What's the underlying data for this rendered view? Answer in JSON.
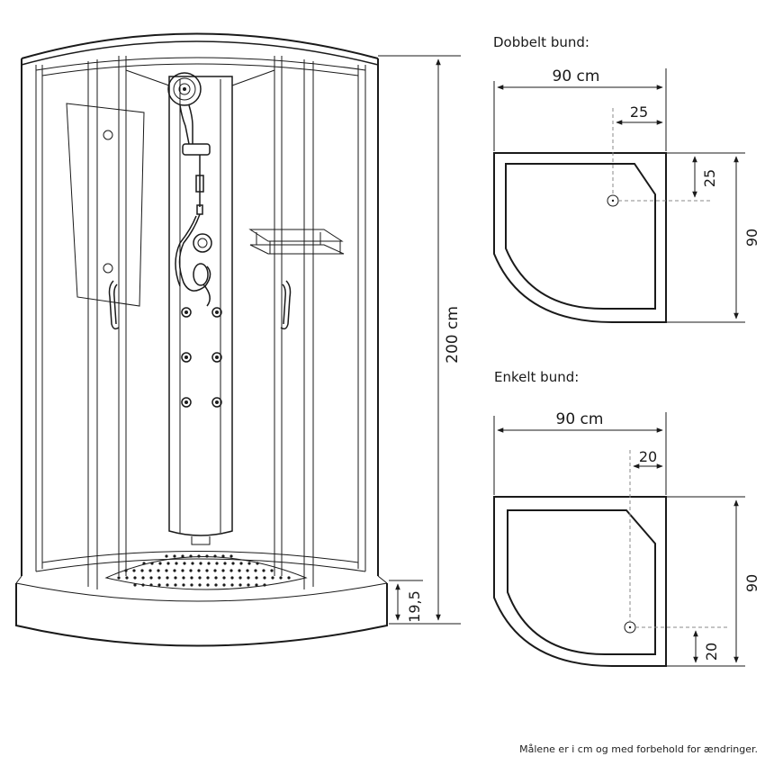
{
  "shower": {
    "height_label": "200 cm",
    "base_height_label": "19,5"
  },
  "double_base": {
    "title": "Dobbelt bund:",
    "width_label": "90 cm",
    "drain_x_label": "25",
    "drain_y_label": "25",
    "depth_label": "90"
  },
  "single_base": {
    "title": "Enkelt bund:",
    "width_label": "90 cm",
    "drain_x_label": "20",
    "drain_y_label": "20",
    "depth_label": "90"
  },
  "footer": {
    "note": "Målene er i cm og med forbehold for ændringer."
  }
}
